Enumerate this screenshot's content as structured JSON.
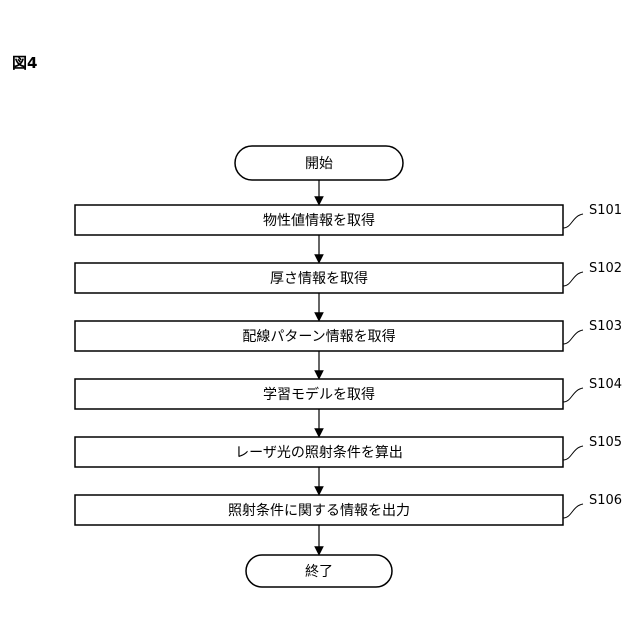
{
  "figure": {
    "label": "図4"
  },
  "flowchart": {
    "start": "開始",
    "end": "終了",
    "steps": [
      {
        "id": "S101",
        "text": "物性値情報を取得"
      },
      {
        "id": "S102",
        "text": "厚さ情報を取得"
      },
      {
        "id": "S103",
        "text": "配線パターン情報を取得"
      },
      {
        "id": "S104",
        "text": "学習モデルを取得"
      },
      {
        "id": "S105",
        "text": "レーザ光の照射条件を算出"
      },
      {
        "id": "S106",
        "text": "照射条件に関する情報を出力"
      }
    ]
  }
}
